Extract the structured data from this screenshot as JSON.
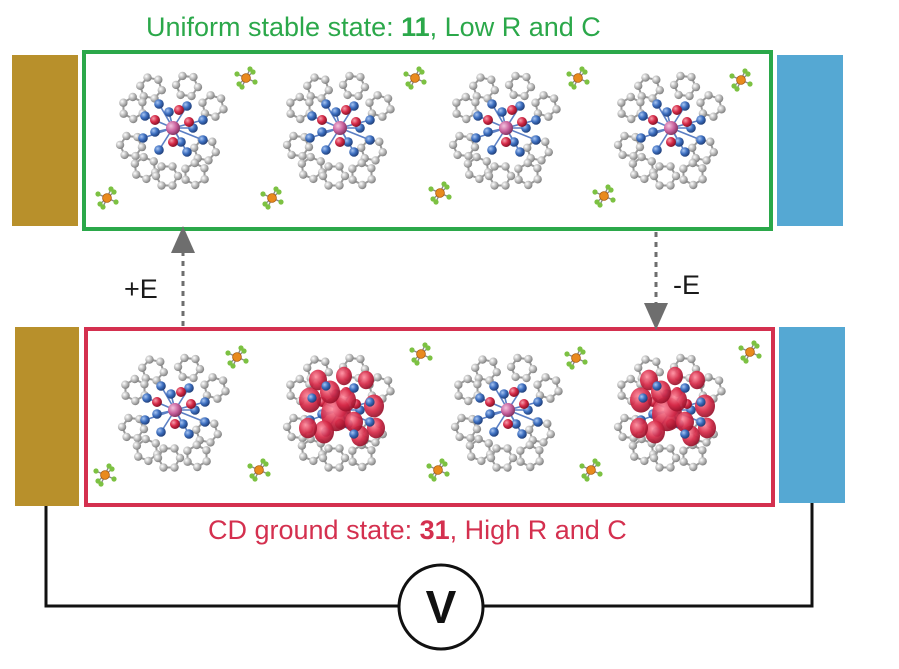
{
  "top_state": {
    "title_prefix": "Uniform stable state: ",
    "title_number": "11",
    "title_suffix": ", Low R and C",
    "border_color": "#2ba84a"
  },
  "bottom_state": {
    "title_prefix": "CD ground state: ",
    "title_number": "31",
    "title_suffix": ", High R and C",
    "border_color": "#d4304f"
  },
  "field_up_label": "+E",
  "field_down_label": "-E",
  "voltmeter_label": "V",
  "colors": {
    "left_electrode": "#b8902b",
    "right_electrode": "#55a8d3",
    "carbon_atom": "#b5b5b5",
    "nitrogen_atom": "#3d6fc0",
    "oxygen_atom": "#d62a48",
    "metal_center": "#c9619d",
    "charge_density": "#d62a48",
    "anion_center": "#e98a1e",
    "anion_ligand": "#7cc142"
  },
  "top_molecules": [
    "uniform",
    "uniform",
    "uniform",
    "uniform"
  ],
  "bottom_molecules": [
    "uniform",
    "charged",
    "uniform",
    "charged"
  ]
}
